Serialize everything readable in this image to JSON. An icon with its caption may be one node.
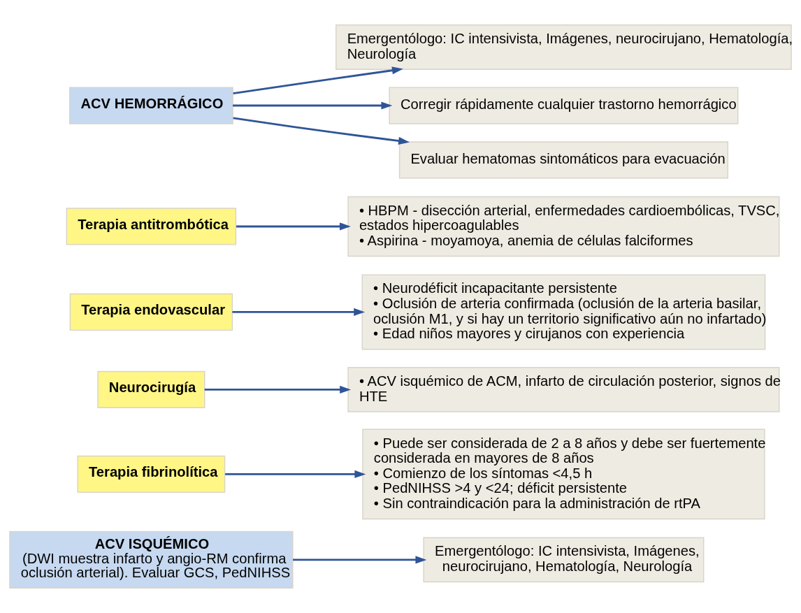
{
  "diagram": {
    "nodes": [
      {
        "text": [
          "ACV ISQUÉMICO",
          "(DWI muestra infarto y angio-RM confirma oclusión arterial). Evaluar GCS, PedNIHSS"
        ]
      },
      {
        "text": [
          "Emergentólogo: IC intensivista, Imágenes, neurocirujano, Hematología, Neurología"
        ]
      },
      {
        "text": [
          "Terapia fibrinolítica"
        ]
      },
      {
        "text": [
          "• Puede ser considerada de 2 a 8 años y debe ser fuertemente considerada en mayores de 8 años",
          "• Comienzo de los síntomas <4,5 h",
          "• PedNIHSS >4 y <24; déficit persistente",
          "• Sin contraindicación para la administración de rtPA"
        ]
      },
      {
        "text": [
          "Neurocirugía"
        ]
      },
      {
        "text": [
          "• ACV isquémico de ACM, infarto de circulación posterior, signos de HTE"
        ]
      },
      {
        "text": [
          "Terapia endovascular"
        ]
      },
      {
        "text": [
          "• Neurodéficit incapacitante persistente",
          "• Oclusión de arteria confirmada (oclusión de la arteria basilar, oclusión M1, y si hay un territorio significativo aún no infartado)",
          "• Edad niños mayores y cirujanos con experiencia"
        ]
      },
      {
        "text": [
          "Terapia antitrombótica"
        ]
      },
      {
        "text": [
          "• HBPM - disección arterial, enfermedades cardioembólicas, TVSC, estados hipercoagulables",
          "• Aspirina - moyamoya, anemia de células falciformes"
        ]
      },
      {
        "text": [
          "ACV HEMORRÁGICO"
        ]
      },
      {
        "text": [
          "Emergentólogo: IC intensivista, Imágenes, neurocirujano, Hematología, Neurología"
        ]
      },
      {
        "text": [
          "Corregir rápidamente cualquier trastorno hemorrágico"
        ]
      },
      {
        "text": [
          "Evaluar hematomas sintomáticos para evacuación"
        ]
      }
    ],
    "edges": [
      {
        "from": 0,
        "to": 1,
        "arrow": "to"
      },
      {
        "from": 2,
        "to": 3,
        "arrow": "to"
      },
      {
        "from": 4,
        "to": 5,
        "arrow": "to"
      },
      {
        "from": 6,
        "to": 7,
        "arrow": "to"
      },
      {
        "from": 8,
        "to": 9,
        "arrow": "to"
      },
      {
        "from": 10,
        "to": 11,
        "arrow": "to"
      },
      {
        "from": 10,
        "to": 12,
        "arrow": "to"
      },
      {
        "from": 10,
        "to": 13,
        "arrow": "to"
      }
    ]
  }
}
